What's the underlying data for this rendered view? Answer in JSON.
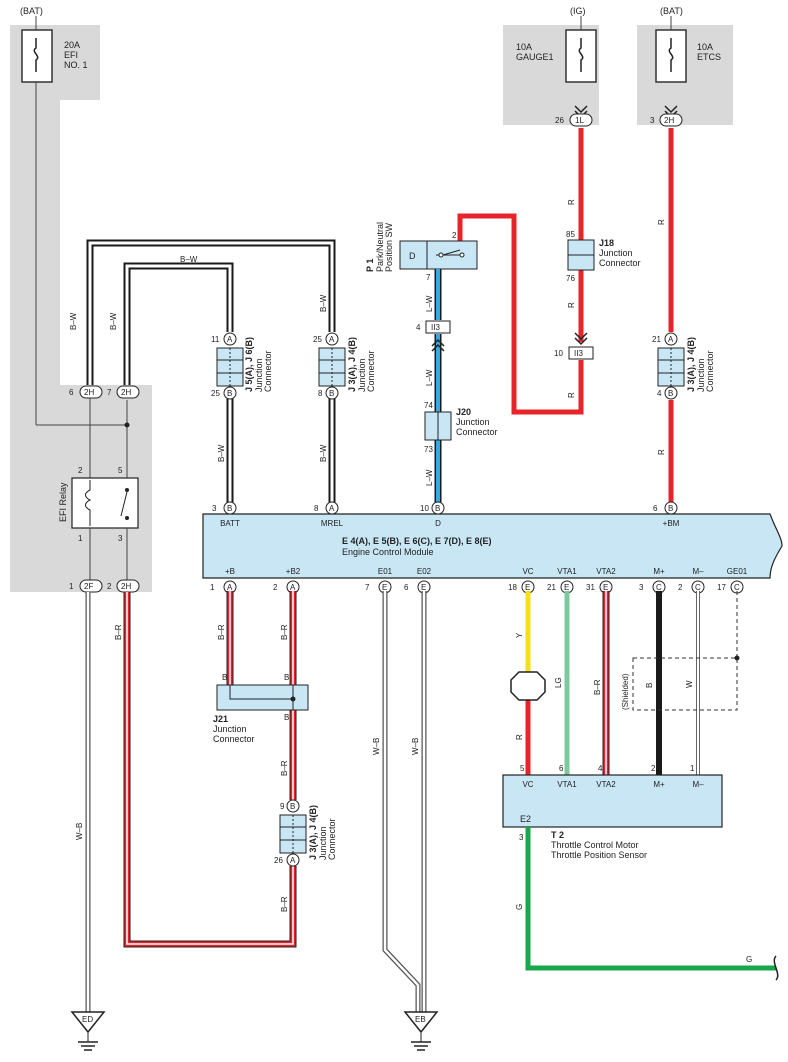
{
  "power": {
    "bat_left": "(BAT)",
    "ig": "(IG)",
    "bat_right": "(BAT)"
  },
  "fuses": {
    "efi_amp": "20A",
    "efi_l1": "EFI",
    "efi_l2": "NO. 1",
    "gauge_amp": "10A",
    "gauge_name": "GAUGE1",
    "etcs_amp": "10A",
    "etcs_name": "ETCS"
  },
  "connectors": {
    "gauge_pin": "26",
    "gauge_id": "1L",
    "etcs_pin": "3",
    "etcs_id": "2H",
    "jb_left_6": "6",
    "jb_left_6_id": "2H",
    "jb_left_7": "7",
    "jb_left_7_id": "2H",
    "jb_bot_1": "1",
    "jb_bot_1_id": "2F",
    "jb_bot_2": "2",
    "jb_bot_2_id": "2H",
    "ii3": "II3",
    "ii3_pin4": "4",
    "ii3_pin10": "10"
  },
  "relay": {
    "name": "EFI Relay",
    "p1": "1",
    "p2": "2",
    "p3": "3",
    "p5": "5"
  },
  "p1_switch": {
    "id": "P 1",
    "line1": "Park/Neutral",
    "line2": "Position SW",
    "label": "D",
    "pin2": "2",
    "pin7": "7"
  },
  "junctions": {
    "j5": {
      "title": "J 5(A), J 6(B)",
      "l1": "Junction",
      "l2": "Connector",
      "top_pin": "11",
      "top_letter": "A",
      "bot_pin": "25",
      "bot_letter": "B"
    },
    "j3_mid": {
      "title": "J 3(A), J 4(B)",
      "l1": "Junction",
      "l2": "Connector",
      "top_pin": "25",
      "top_letter": "A",
      "bot_pin": "8",
      "bot_letter": "B"
    },
    "j3_right": {
      "title": "J 3(A), J 4(B)",
      "l1": "Junction",
      "l2": "Connector",
      "top_pin": "21",
      "top_letter": "A",
      "bot_pin": "4",
      "bot_letter": "B"
    },
    "j3_bot": {
      "title": "J 3(A), J 4(B)",
      "l1": "Junction",
      "l2": "Connector",
      "top_pin": "9",
      "top_letter": "B",
      "bot_pin": "26",
      "bot_letter": "A"
    },
    "j18": {
      "id": "J18",
      "l1": "Junction",
      "l2": "Connector",
      "top_pin": "85",
      "bot_pin": "76"
    },
    "j20": {
      "id": "J20",
      "l1": "Junction",
      "l2": "Connector",
      "top_pin": "74",
      "bot_pin": "73"
    },
    "j21": {
      "id": "J21",
      "l1": "Junction",
      "l2": "Connector",
      "b": "B"
    }
  },
  "ecm": {
    "title": "E 4(A), E 5(B), E 6(C), E 7(D), E 8(E)",
    "name": "Engine Control Module",
    "top_pins": [
      {
        "num": "3",
        "letter": "B",
        "label": "BATT"
      },
      {
        "num": "8",
        "letter": "A",
        "label": "MREL"
      },
      {
        "num": "10",
        "letter": "B",
        "label": "D"
      },
      {
        "num": "6",
        "letter": "B",
        "label": "+BM"
      }
    ],
    "bottom_pins": [
      {
        "num": "1",
        "letter": "A",
        "label": "+B"
      },
      {
        "num": "2",
        "letter": "A",
        "label": "+B2"
      },
      {
        "num": "7",
        "letter": "E",
        "label": "E01"
      },
      {
        "num": "6",
        "letter": "E",
        "label": "E02"
      },
      {
        "num": "18",
        "letter": "E",
        "label": "VC"
      },
      {
        "num": "21",
        "letter": "E",
        "label": "VTA1"
      },
      {
        "num": "31",
        "letter": "E",
        "label": "VTA2"
      },
      {
        "num": "3",
        "letter": "C",
        "label": "M+"
      },
      {
        "num": "2",
        "letter": "C",
        "label": "M–"
      },
      {
        "num": "17",
        "letter": "C",
        "label": "GE01"
      }
    ]
  },
  "t2": {
    "id": "T 2",
    "l1": "Throttle Control Motor",
    "l2": "Throttle Position Sensor",
    "pins": [
      {
        "num": "5",
        "label": "VC"
      },
      {
        "num": "6",
        "label": "VTA1"
      },
      {
        "num": "4",
        "label": "VTA2"
      },
      {
        "num": "2",
        "label": "M+"
      },
      {
        "num": "1",
        "label": "M–"
      }
    ],
    "e2_label": "E2",
    "e2_pin": "3"
  },
  "wires": {
    "bw": "B–W",
    "lw": "L–W",
    "r": "R",
    "br": "B–R",
    "wb": "W–B",
    "y": "Y",
    "lg": "LG",
    "b": "B",
    "w": "W",
    "g": "G"
  },
  "shielded": "(Shielded)",
  "grounds": {
    "ed": "ED",
    "eb": "EB"
  },
  "colors": {
    "shade": "#d9d9d9",
    "box": "#c9e6f5",
    "red": "#e8232a",
    "blue": "#36a9e1",
    "yellow": "#f2e01a",
    "lightgreen": "#7dc99b",
    "green": "#1aa64a",
    "black": "#1a1a1a"
  }
}
